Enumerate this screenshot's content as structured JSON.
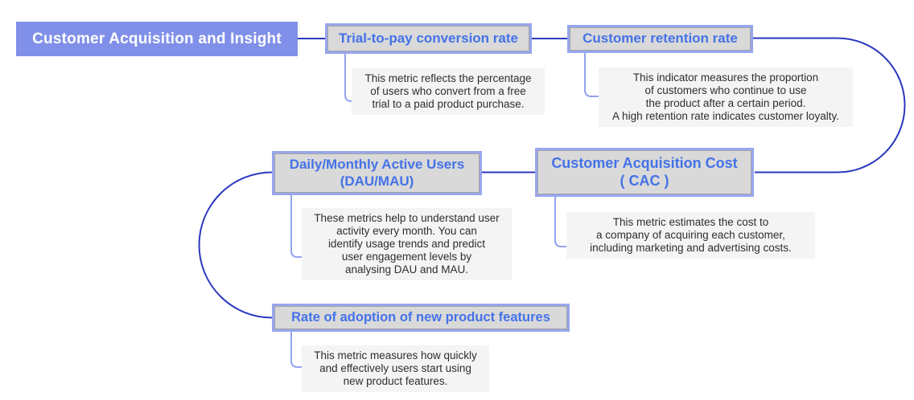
{
  "diagram": {
    "root": {
      "label": "Customer Acquisition and Insight"
    },
    "nodes": [
      {
        "label": "Trial-to-pay conversion rate",
        "description": "This metric reflects the percentage\nof users who convert from a free\ntrial to a paid product purchase."
      },
      {
        "label": "Customer retention rate",
        "description": "This indicator measures the proportion\nof customers who continue to use\nthe product after a certain period.\nA high retention rate indicates customer loyalty."
      },
      {
        "label": "Daily/Monthly Active Users\n(DAU/MAU)",
        "description": "These metrics help to understand user\nactivity every month. You can\nidentify usage trends and predict\nuser engagement levels by\nanalysing DAU and MAU."
      },
      {
        "label": "Customer Acquisition Cost\n( CAC )",
        "description": "This metric estimates the cost to\na company of acquiring each customer,\nincluding marketing and advertising costs."
      },
      {
        "label": "Rate of adoption of new product features",
        "description": "This metric measures how quickly\nand effectively users start using\nnew product features."
      }
    ],
    "colors": {
      "root_fill": "#8090E8",
      "root_text": "#FFFFFF",
      "node_border": "#98A6EE",
      "node_fill": "#D9D9D9",
      "node_text": "#4472E8",
      "connector_dark": "#2B38BE",
      "connector_light": "#93A3ED",
      "description_bg": "#F4F4F4",
      "description_text": "#2E2E2E"
    }
  }
}
